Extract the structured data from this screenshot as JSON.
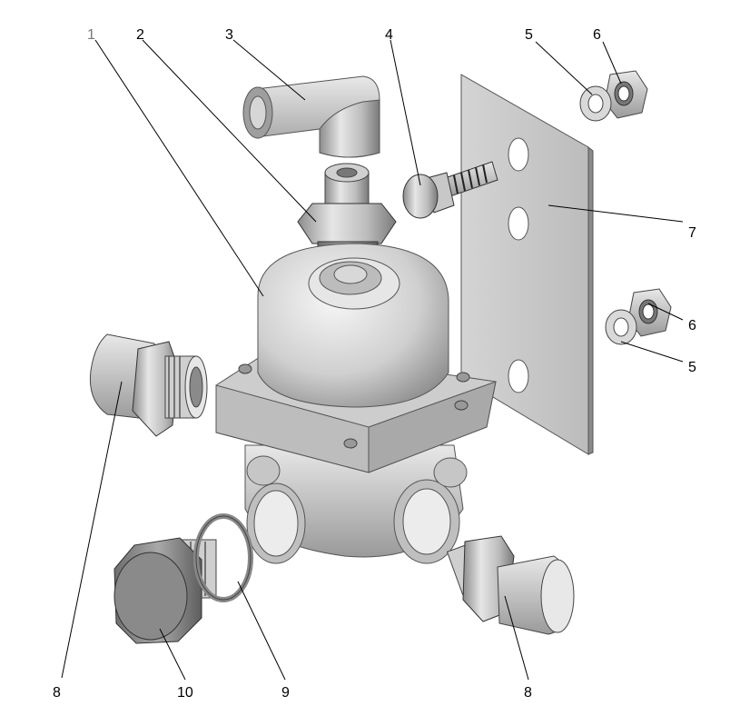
{
  "callouts": [
    {
      "id": "1",
      "label": "1"
    },
    {
      "id": "2",
      "label": "2"
    },
    {
      "id": "3",
      "label": "3"
    },
    {
      "id": "4",
      "label": "4"
    },
    {
      "id": "5a",
      "label": "5"
    },
    {
      "id": "6a",
      "label": "6"
    },
    {
      "id": "7",
      "label": "7"
    },
    {
      "id": "6b",
      "label": "6"
    },
    {
      "id": "5b",
      "label": "5"
    },
    {
      "id": "8a",
      "label": "8"
    },
    {
      "id": "10",
      "label": "10"
    },
    {
      "id": "9",
      "label": "9"
    },
    {
      "id": "8b",
      "label": "8"
    }
  ]
}
